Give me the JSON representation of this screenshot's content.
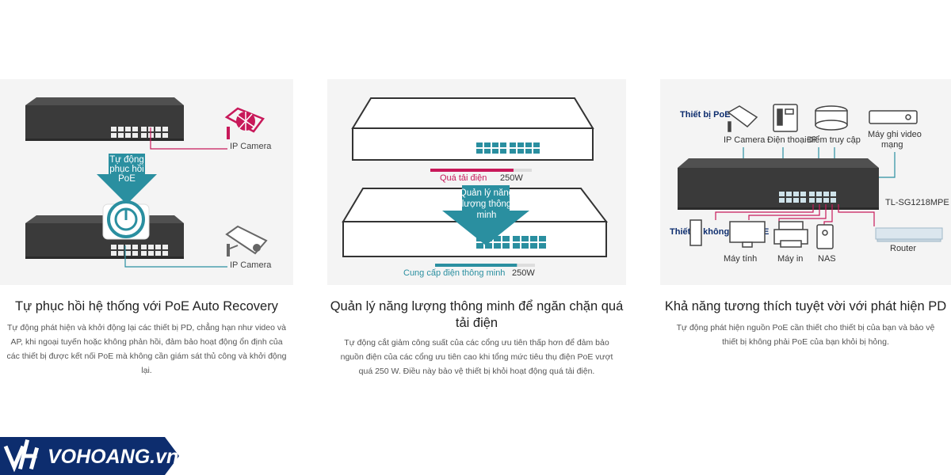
{
  "panel1": {
    "ip_camera_top": "IP Camera",
    "ip_camera_bottom": "IP Camera",
    "arrow_line1": "Tự động",
    "arrow_line2": "phục hồi",
    "arrow_line3": "PoE",
    "title": "Tự phục hồi hệ thống với PoE Auto Recovery",
    "description": "Tự động phát hiện và khởi động lại các thiết bị PD, chẳng hạn như video và AP, khi ngoại tuyến hoặc không phản hồi, đảm bảo hoạt động ổn định của các thiết bị được kết nối PoE mà không cần giám sát thủ công và khởi động lại."
  },
  "panel2": {
    "overload_label": "Quá tải điện",
    "overload_value": "250W",
    "overload_level": 0.82,
    "arrow_line1": "Quản lý năng",
    "arrow_line2": "lượng thông",
    "arrow_line3": "minh",
    "smart_label": "Cung cấp điện thông minh",
    "smart_value": "250W",
    "smart_level": 0.82,
    "title": "Quản lý năng lượng thông minh để ngăn chặn quá tải điện",
    "description": "Tự động cắt giảm công suất của các cổng ưu tiên thấp hơn để đảm bảo nguồn điện của các cổng ưu tiên cao khi tổng mức tiêu thụ điện PoE vượt quá 250 W. Điều này bảo vệ thiết bị khỏi hoạt động quá tải điện."
  },
  "panel3": {
    "pd_devices_label": "Thiết bị PoE",
    "ip_camera": "IP Camera",
    "phone": "Điện thoại IP",
    "access_point": "Điểm truy cập",
    "nvr_line1": "Máy ghi video",
    "nvr_line2": "mạng",
    "model": "TL-SG1218MPE",
    "non_poe_label": "Thiết bị không phải PoE",
    "computer": "Máy tính",
    "printer": "Máy in",
    "nas": "NAS",
    "router": "Router",
    "title": "Khả năng tương thích tuyệt vời với phát hiện PD",
    "description": "Tự động phát hiện nguồn PoE cần thiết cho thiết bị của bạn và bảo vệ thiết bị không phải PoE của bạn khỏi bị hỏng."
  },
  "brand": {
    "name": "VOHOANG.vn"
  },
  "colors": {
    "teal": "#2a8fa0",
    "magenta": "#c8195a",
    "dark_switch": "#3c3c3c",
    "logo_blue": "#0d2d6e"
  }
}
